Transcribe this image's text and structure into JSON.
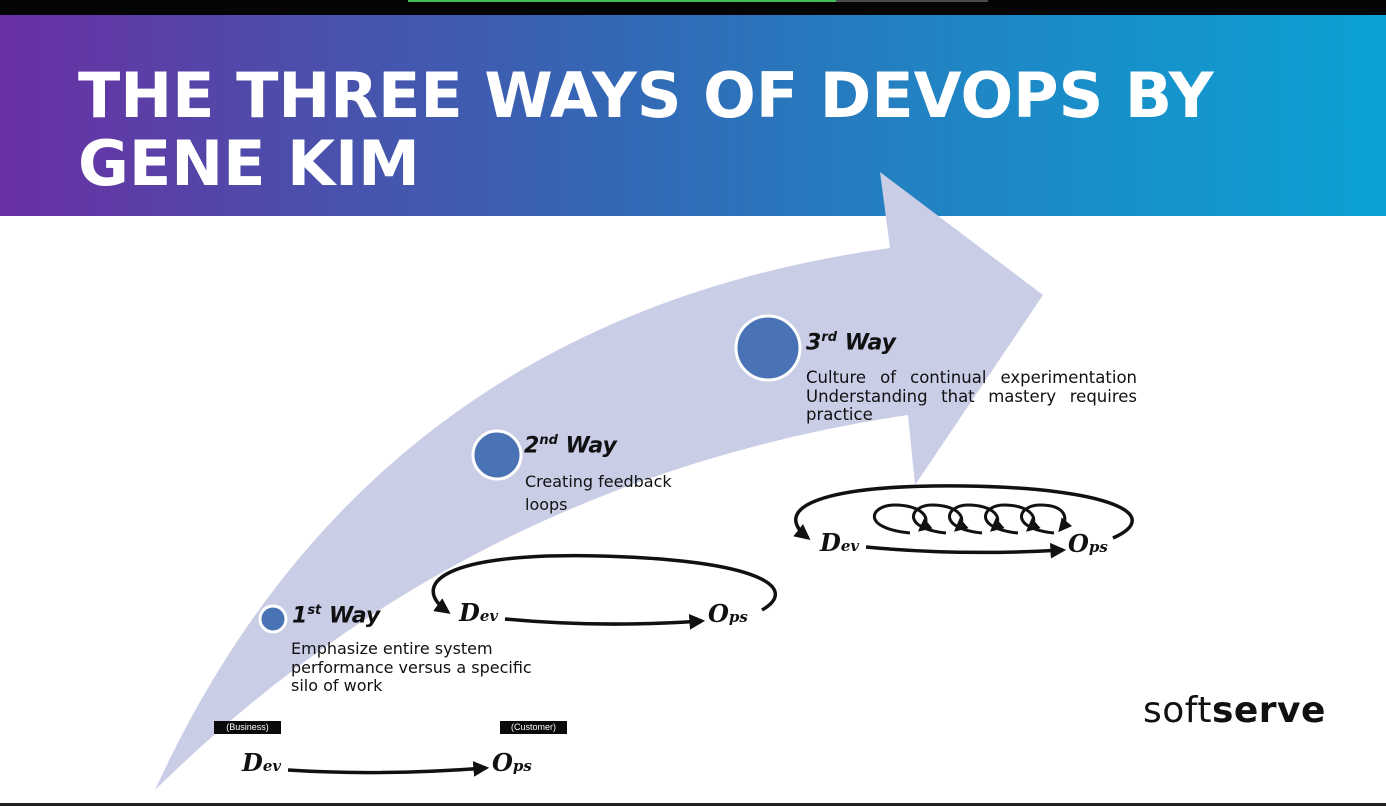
{
  "slide": {
    "title": "THE THREE WAYS OF DEVOPS BY GENE KIM",
    "brand_light": "soft",
    "brand_bold": "serve"
  },
  "ways": [
    {
      "number": "1",
      "suffix": "st",
      "label": "Way",
      "description": "Emphasize entire system performance versus a specific silo of work"
    },
    {
      "number": "2",
      "suffix": "nd",
      "label": "Way",
      "description": "Creating feedback loops"
    },
    {
      "number": "3",
      "suffix": "rd",
      "label": "Way",
      "description": "Culture of continual experimentation Understanding that mastery requires practice"
    }
  ],
  "flow_labels": {
    "business_tag": "(Business)",
    "customer_tag": "(Customer)",
    "dev_initial": "D",
    "dev_rest": "ev",
    "ops_initial": "O",
    "ops_rest": "ps"
  },
  "colors": {
    "arrow_fill": "#c9cde6",
    "circle_fill": "#4a73b5",
    "header_start": "#6a2fa3",
    "header_end": "#0ba2d3"
  }
}
